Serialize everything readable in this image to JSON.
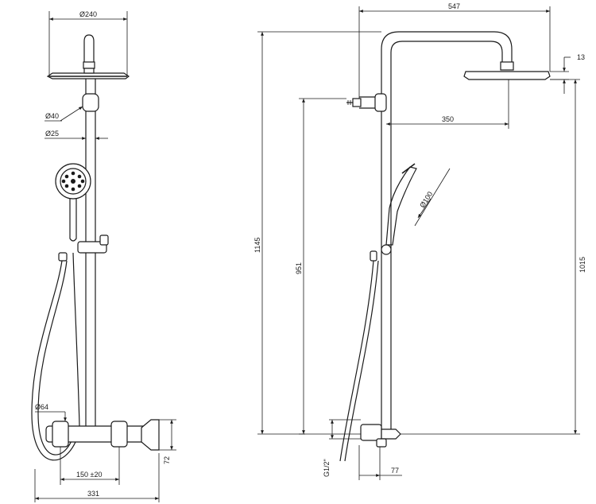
{
  "dimensions": {
    "head_diameter": "Ø240",
    "bracket_diameter": "Ø40",
    "pipe_diameter": "Ø25",
    "handshower_diameter": "Ø100",
    "valve_diameter": "Ø64",
    "center_distance": "150 ±20",
    "total_width": "331",
    "valve_height": "72",
    "arm_length": "547",
    "head_thickness": "13",
    "overall_height": "1145",
    "inlet_height": "951",
    "head_height": "1015",
    "outlet_distance": "350",
    "thread": "G1/2\"",
    "wall_offset": "77"
  }
}
